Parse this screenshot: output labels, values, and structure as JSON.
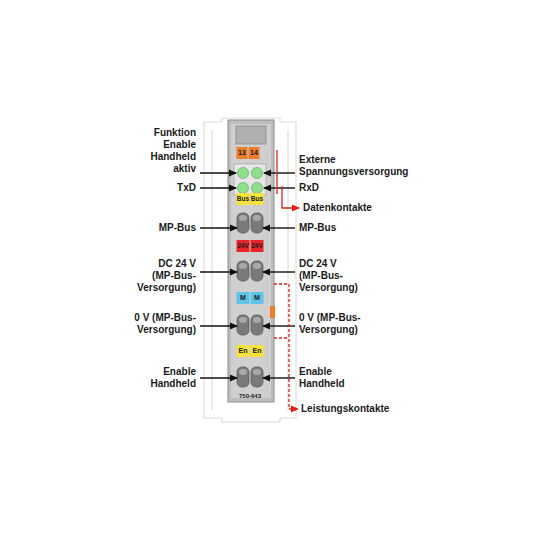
{
  "diagram": {
    "labels": [
      "Funktion Enable Handheld aktiv",
      "TxD",
      "MP-Bus",
      "DC 24 V (MP-Bus-Versorgung)",
      "0 V (MP-Bus-Versorgung)",
      "Enable Handheld",
      "Externe Spannungsversorgung",
      "RxD",
      "Datenkontakte",
      "MP-Bus",
      "DC 24 V (MP-Bus-Versorgung)",
      "0 V (MP-Bus-Versorgung)",
      "Enable Handheld",
      "Leistungskontakte",
      "13",
      "14",
      "Bus",
      "Bus",
      "24V",
      "24V",
      "M",
      "M",
      "En",
      "En",
      "750-643"
    ]
  }
}
